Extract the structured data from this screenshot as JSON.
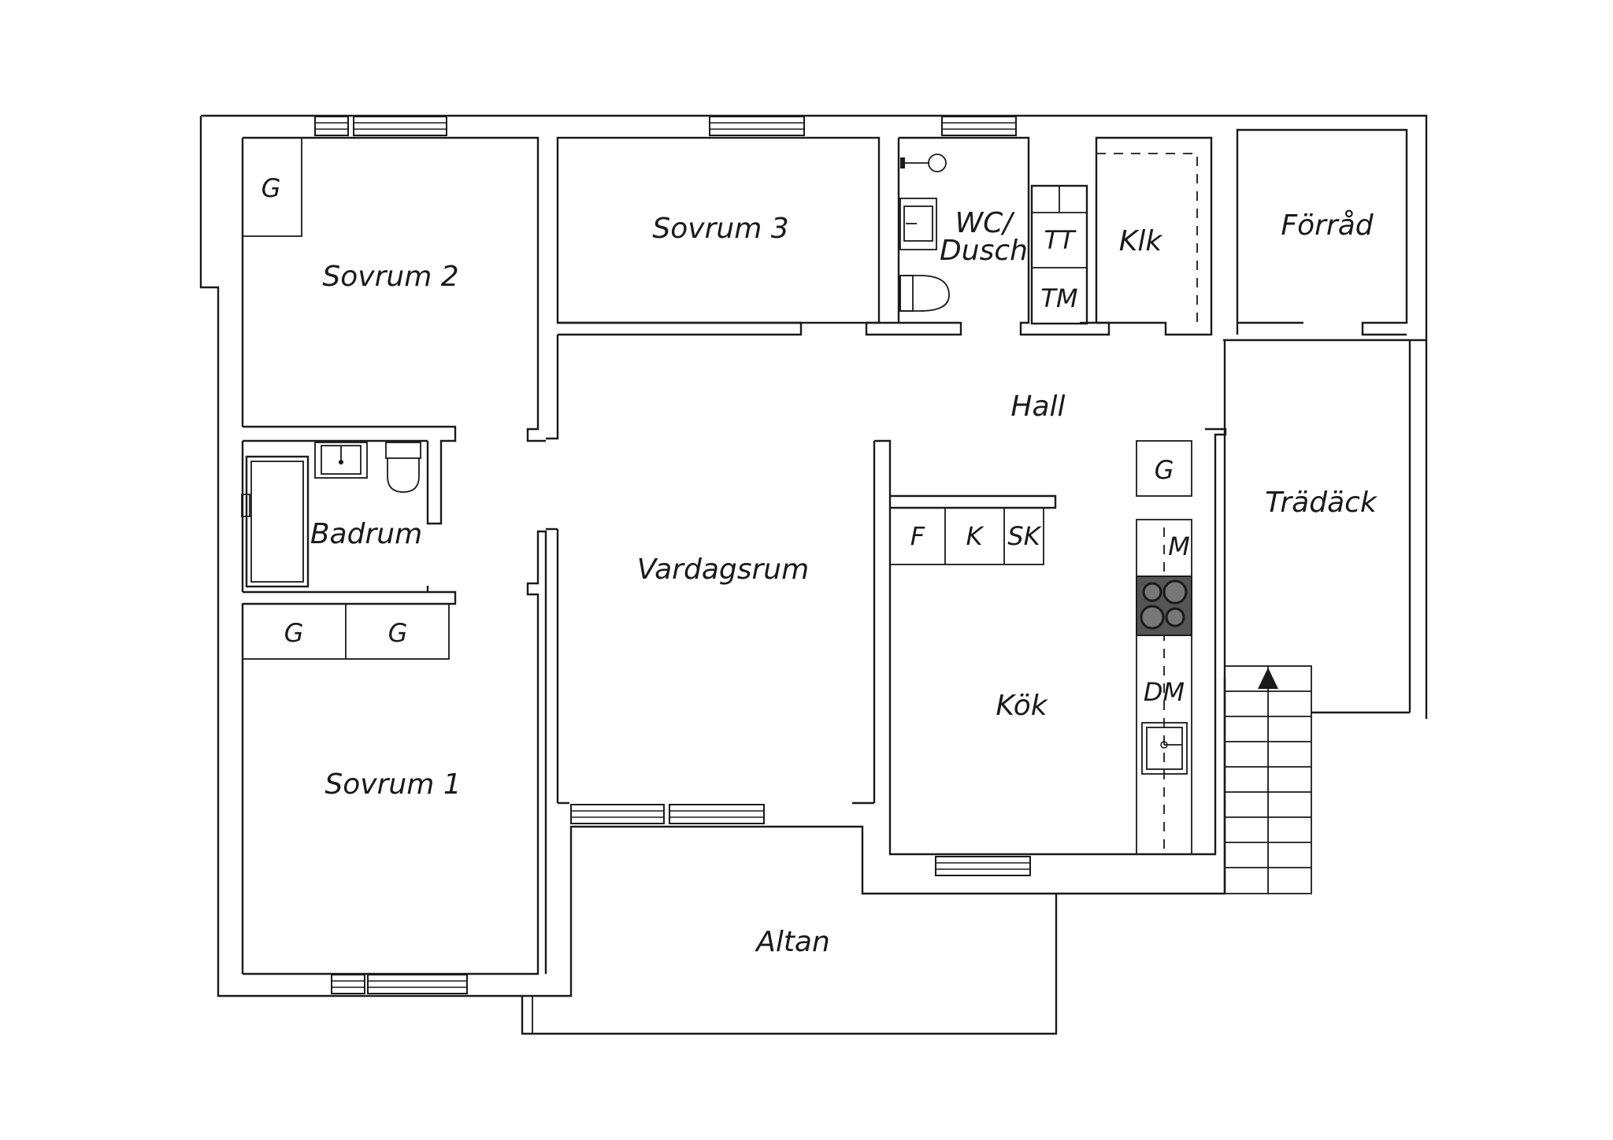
{
  "rooms": {
    "sovrum2": "Sovrum 2",
    "sovrum3": "Sovrum 3",
    "wc": "WC/",
    "dusch": "Dusch",
    "tt": "TT",
    "tm": "TM",
    "klk": "Klk",
    "forrad": "Förråd",
    "hall": "Hall",
    "badrum": "Badrum",
    "vardagsrum": "Vardagsrum",
    "tradack": "Trädäck",
    "kok": "Kök",
    "sovrum1": "Sovrum 1",
    "altan": "Altan"
  },
  "fixtures": {
    "g_sovrum2": "G",
    "g_hall": "G",
    "g_sovrum1_a": "G",
    "g_sovrum1_b": "G",
    "f": "F",
    "k": "K",
    "sk": "SK",
    "m": "M",
    "dm": "DM"
  }
}
